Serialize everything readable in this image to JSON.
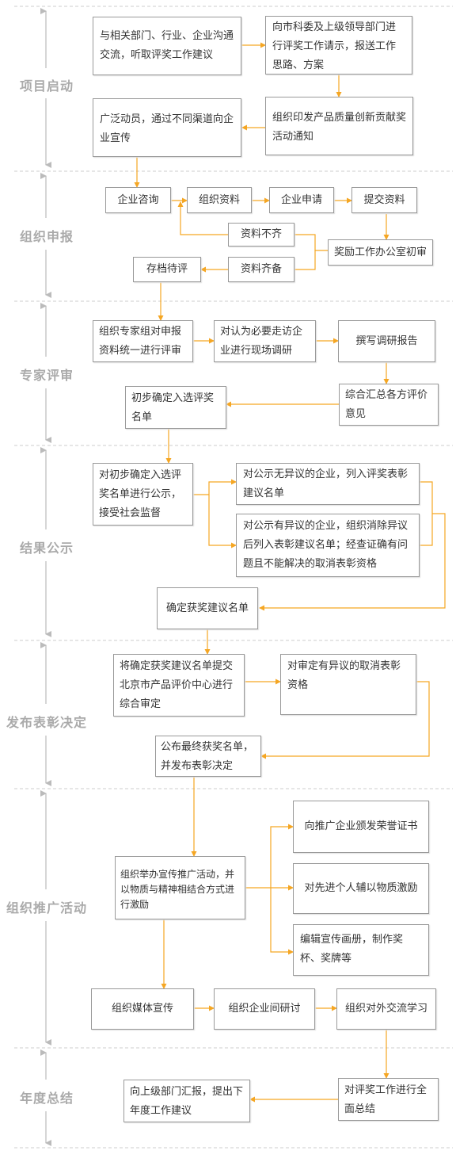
{
  "stages": [
    {
      "id": "s1",
      "label": "项目启动"
    },
    {
      "id": "s2",
      "label": "组织申报"
    },
    {
      "id": "s3",
      "label": "专家评审"
    },
    {
      "id": "s4",
      "label": "结果公示"
    },
    {
      "id": "s5",
      "label": "发布表彰决定"
    },
    {
      "id": "s6",
      "label": "组织推广活动"
    },
    {
      "id": "s7",
      "label": "年度总结"
    }
  ],
  "nodes": {
    "n1": "与相关部门、行业、企业沟通交流，听取评奖工作建议",
    "n2": "向市科委及上级领导部门进行评奖工作请示，报送工作思路、方案",
    "n3": "组织印发产品质量创新贡献奖活动通知",
    "n4": "广泛动员，通过不同渠道向企业宣传",
    "n5": "企业咨询",
    "n6": "组织资料",
    "n7": "企业申请",
    "n8": "提交资料",
    "n9": "奖励工作办公室初审",
    "n10": "资料不齐",
    "n11": "资料齐备",
    "n12": "存档待评",
    "n13": "组织专家组对申报资料统一进行评审",
    "n14": "对认为必要走访企业进行现场调研",
    "n15": "撰写调研报告",
    "n16": "综合汇总各方评价意见",
    "n17": "初步确定入选评奖名单",
    "n18": "对初步确定入选评奖名单进行公示，接受社会监督",
    "n19": "对公示无异议的企业，列入评奖表彰建议名单",
    "n20": "对公示有异议的企业，组织消除异议后列入表彰建议名单；经查证确有问题且不能解决的取消表彰资格",
    "n21": "确定获奖建议名单",
    "n22": "将确定获奖建议名单提交北京市产品评价中心进行综合审定",
    "n23": "对审定有异议的取消表彰资格",
    "n24": "公布最终获奖名单，并发布表彰决定",
    "n25": "组织举办宣传推广活动，并以物质与精神相结合方式进行激励",
    "n26": "向推广企业颁发荣誉证书",
    "n27": "对先进个人辅以物质激励",
    "n28": "编辑宣传画册，制作奖杯、奖牌等",
    "n29": "组织媒体宣传",
    "n30": "组织企业间研讨",
    "n31": "组织对外交流学习",
    "n32": "对评奖工作进行全面总结",
    "n33": "向上级部门汇报，提出下年度工作建议"
  },
  "colors": {
    "arrow": "#f5a623",
    "divider": "#cccccc",
    "timeline": "#bbbbbb",
    "stage_text": "#aaaaaa",
    "box_border": "#999999"
  }
}
